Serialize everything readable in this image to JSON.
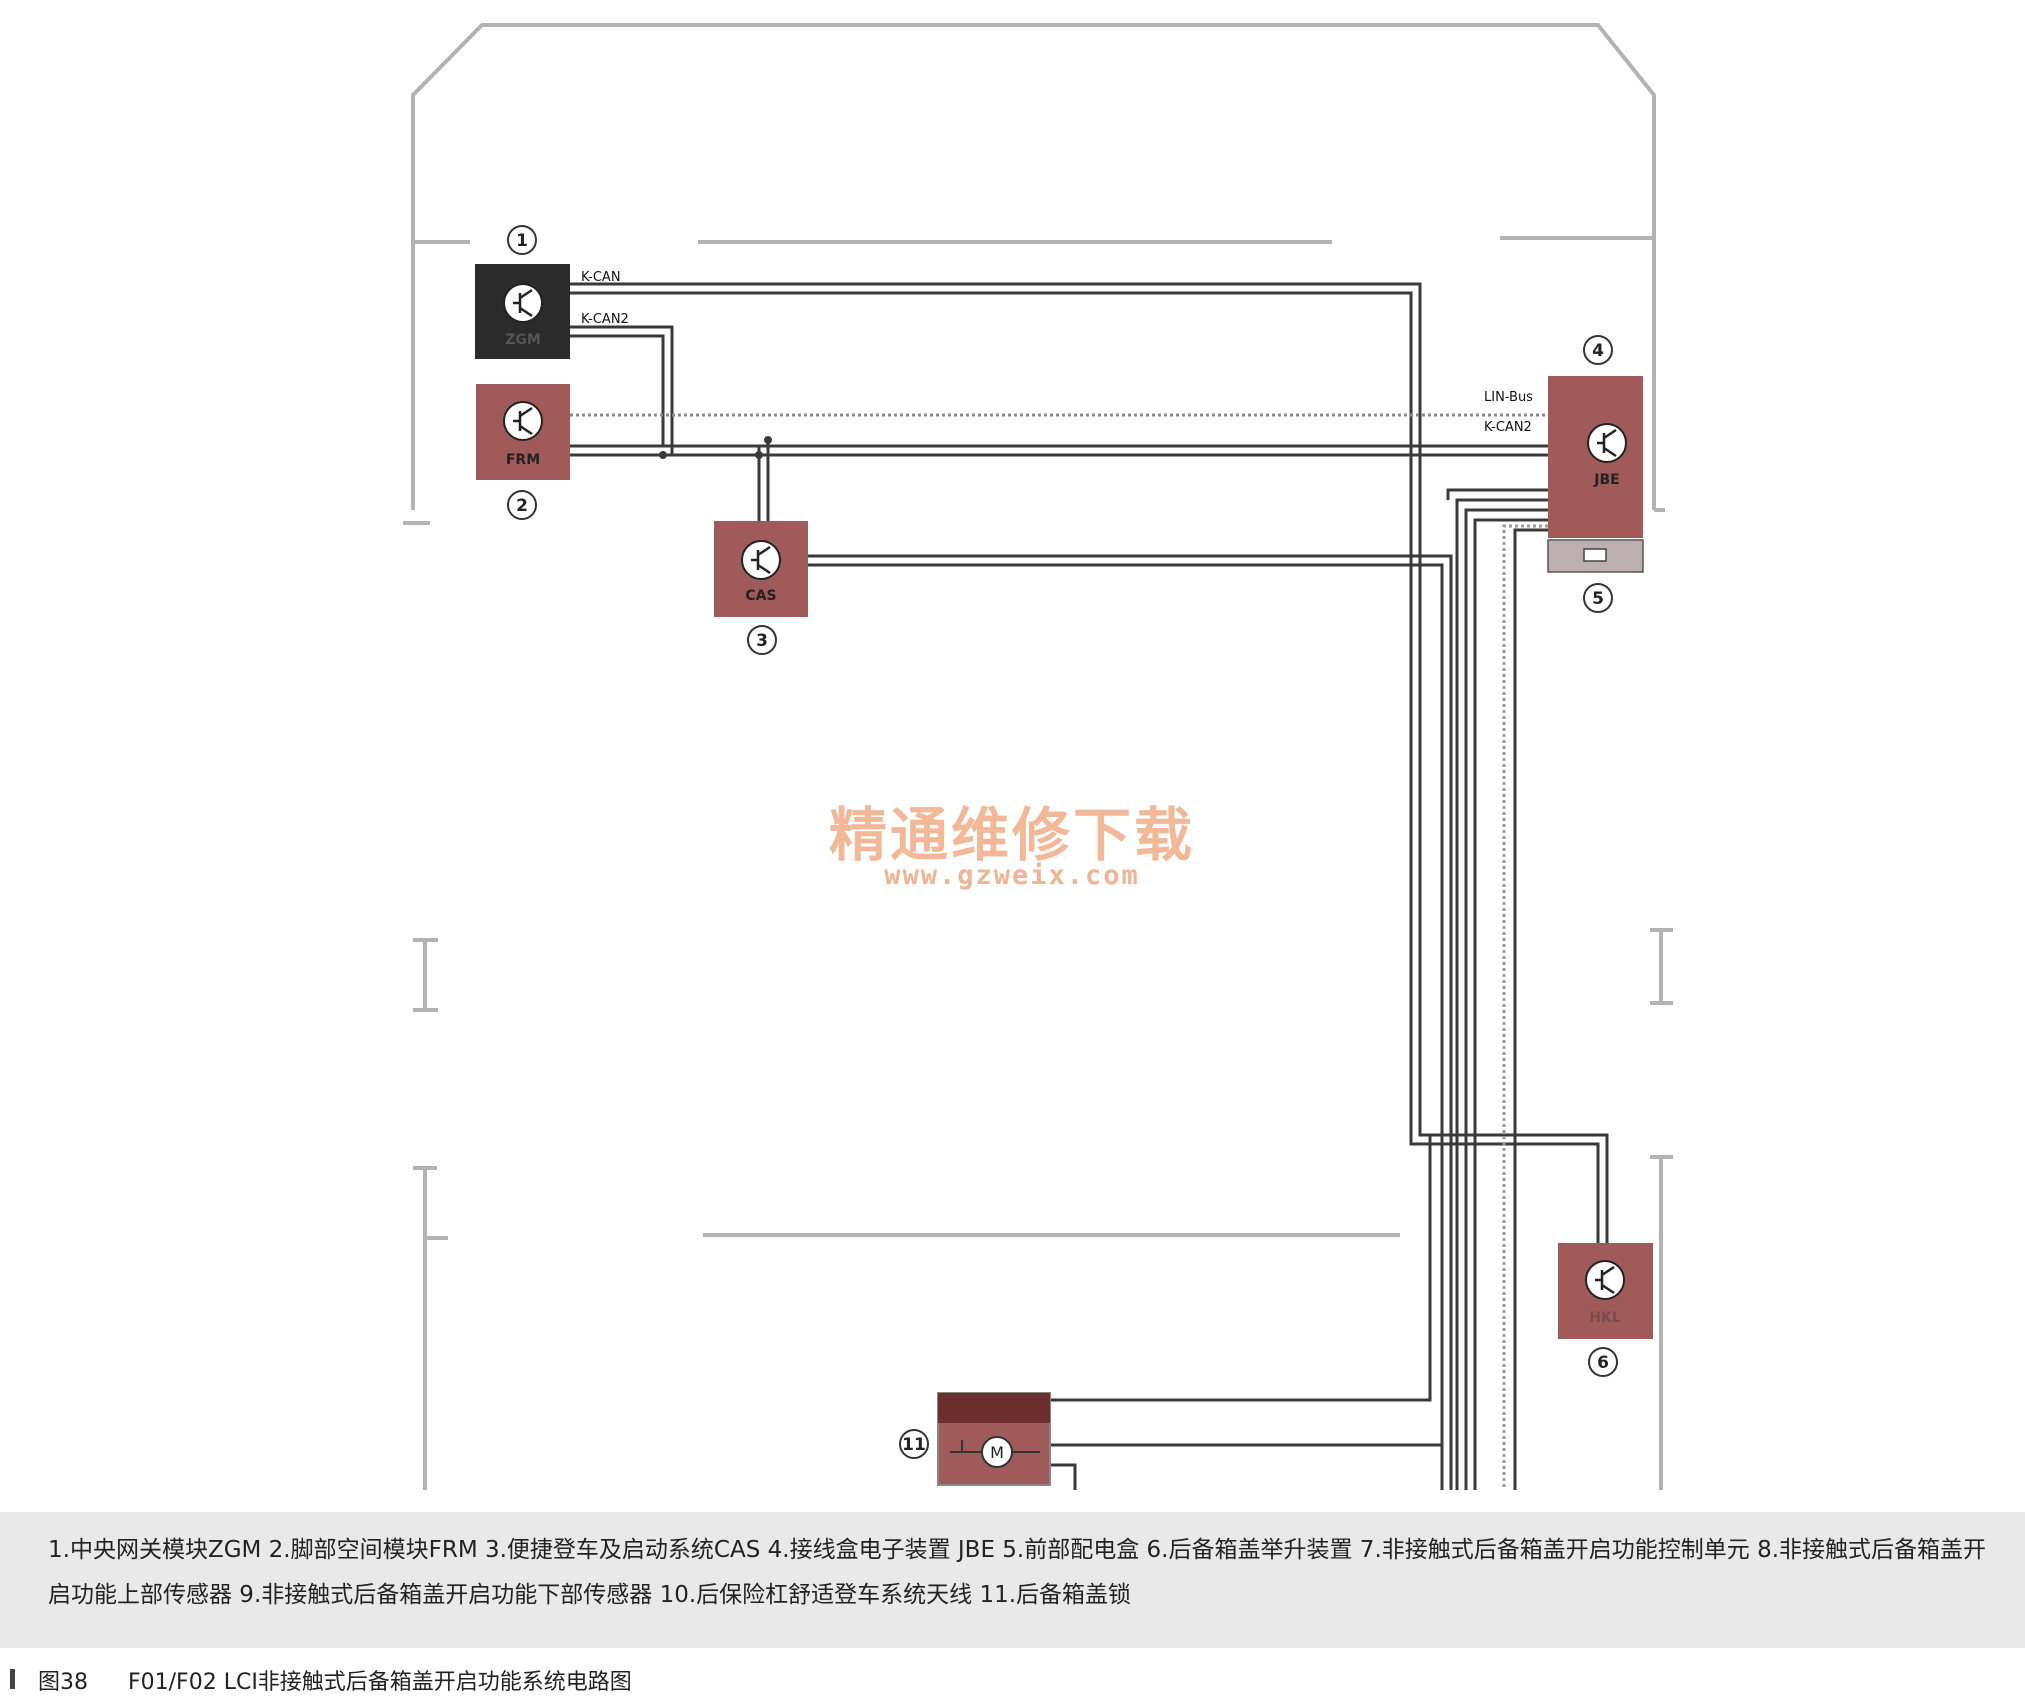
{
  "diagram": {
    "modules": [
      {
        "number": "1",
        "code": "ZGM"
      },
      {
        "number": "2",
        "code": "FRM"
      },
      {
        "number": "3",
        "code": "CAS"
      },
      {
        "number": "4",
        "code": "JBE"
      },
      {
        "number": "5",
        "code": ""
      },
      {
        "number": "6",
        "code": "HKL"
      },
      {
        "number": "11",
        "code": "M"
      }
    ],
    "bus_labels": {
      "k_can": "K-CAN",
      "k_can2_top": "K-CAN2",
      "lin_bus": "LIN-Bus",
      "k_can2_right": "K-CAN2"
    },
    "watermark": {
      "title": "精通维修下载",
      "url": "www.gzweix.com"
    },
    "colors": {
      "zgm_box": "#2b2b2b",
      "module_box": "#a05a5a",
      "wire_dark": "#3a3a3a",
      "wire_light": "#9a9a9a",
      "frame": "#b3b3b3",
      "watermark": "#f0a77f"
    }
  },
  "legend": {
    "text": "1.中央网关模块ZGM  2.脚部空间模块FRM  3.便捷登车及启动系统CAS  4.接线盒电子装置 JBE  5.前部配电盒  6.后备箱盖举升装置  7.非接触式后备箱盖开启功能控制单元  8.非接触式后备箱盖开启功能上部传感器  9.非接触式后备箱盖开启功能下部传感器  10.后保险杠舒适登车系统天线  11.后备箱盖锁"
  },
  "caption": {
    "figure_number": "图38",
    "title": "F01/F02 LCI非接触式后备箱盖开启功能系统电路图"
  }
}
